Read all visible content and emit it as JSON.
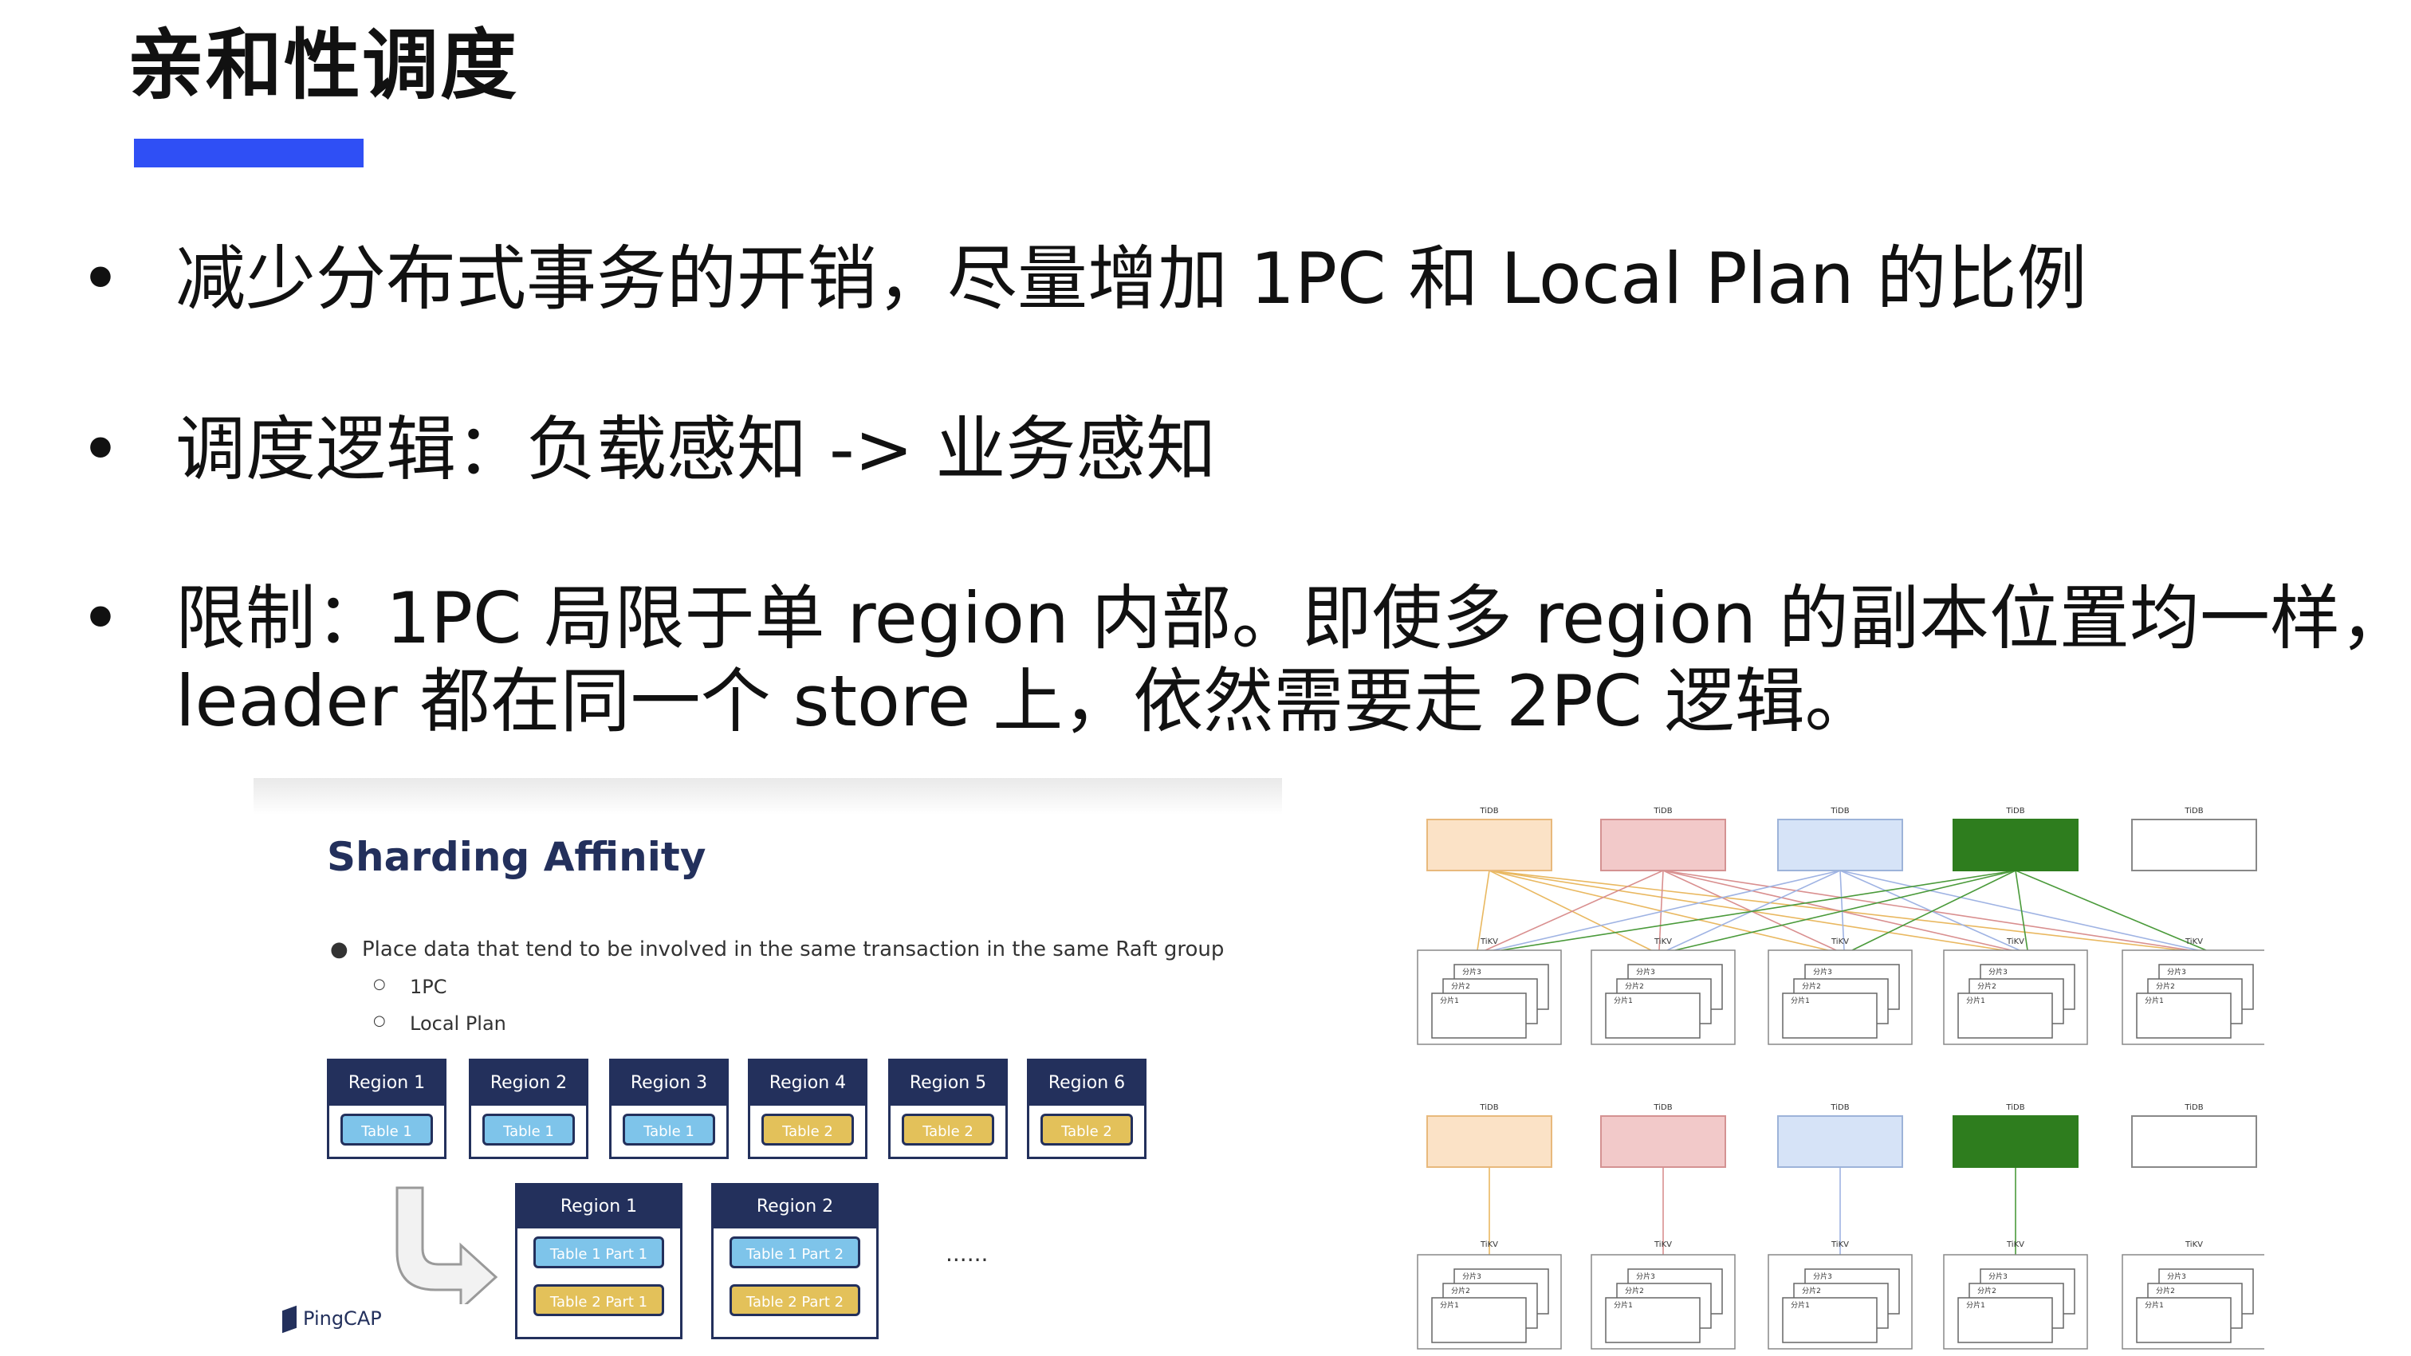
{
  "title": "亲和性调度",
  "accent_color": "#2f4ff5",
  "bullets": [
    "减少分布式事务的开销，尽量增加 1PC 和 Local Plan 的比例",
    "调度逻辑：负载感知 -> 业务感知"
  ],
  "bullet3": {
    "line1": "限制：1PC 局限于单 region 内部。即使多 region 的副本位置均一样，",
    "line2": "leader 都在同一个 store 上，依然需要走 2PC 逻辑。"
  },
  "slide": {
    "title": "Sharding Affinity",
    "bullet": "Place data that tend to be involved in the same transaction in the same Raft group",
    "subs": [
      "1PC",
      "Local Plan"
    ],
    "regions": [
      {
        "name": "Region 1",
        "table": "Table 1",
        "color": "#7ec4ea"
      },
      {
        "name": "Region 2",
        "table": "Table 1",
        "color": "#7ec4ea"
      },
      {
        "name": "Region 3",
        "table": "Table 1",
        "color": "#7ec4ea"
      },
      {
        "name": "Region 4",
        "table": "Table 2",
        "color": "#e3c15a"
      },
      {
        "name": "Region 5",
        "table": "Table 2",
        "color": "#e3c15a"
      },
      {
        "name": "Region 6",
        "table": "Table 2",
        "color": "#e3c15a"
      }
    ],
    "merged": [
      {
        "name": "Region 1",
        "p1": "Table 1 Part 1",
        "p2": "Table 2 Part 1"
      },
      {
        "name": "Region 2",
        "p1": "Table 1 Part 2",
        "p2": "Table 2 Part 2"
      }
    ],
    "ellipsis": "......",
    "logo": "PingCAP"
  },
  "diagram": {
    "tidb_label": "TiDB",
    "tikv_label": "TiKV",
    "shards": [
      "分片3",
      "分片2",
      "分片1"
    ],
    "tidb_colors": [
      "#fbe2c6",
      "#f2c9c9",
      "#d6e3f7",
      "#2e7d1e",
      "#ffffff"
    ],
    "tidb_borders": [
      "#e8b97c",
      "#d49292",
      "#9db3d9",
      "#2e7d1e",
      "#888888"
    ],
    "line_colors": [
      "#e9b860",
      "#d98f8f",
      "#9fb3e3",
      "#4a9a3a"
    ]
  }
}
